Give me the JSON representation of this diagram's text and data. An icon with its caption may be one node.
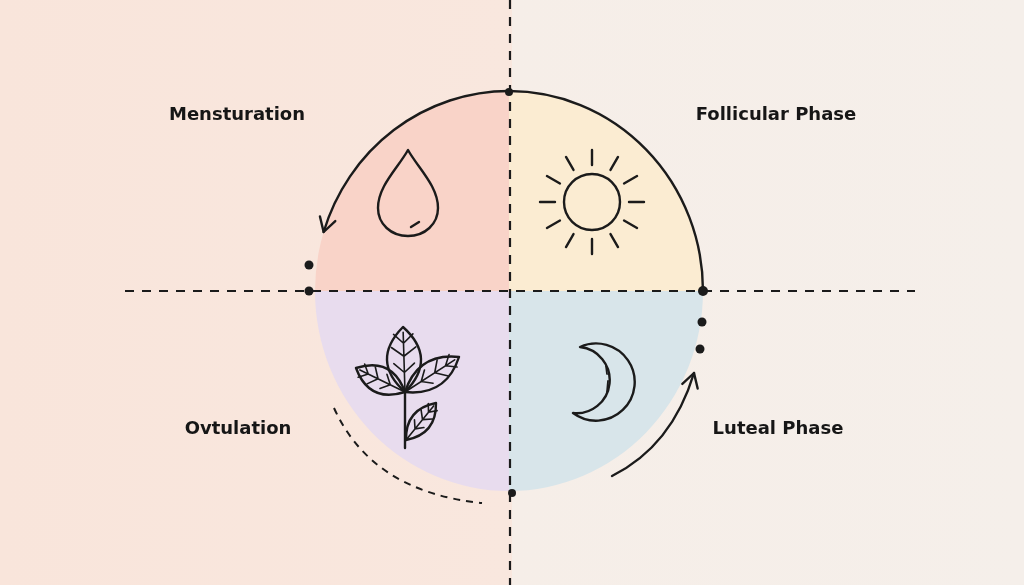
{
  "diagram": {
    "nodes": [
      {
        "text": [
          "Mensturation"
        ]
      },
      {
        "text": [
          "Follicular Phase"
        ]
      },
      {
        "text": [
          "Ovtulation"
        ]
      },
      {
        "text": [
          "Luteal Phase"
        ]
      }
    ]
  }
}
